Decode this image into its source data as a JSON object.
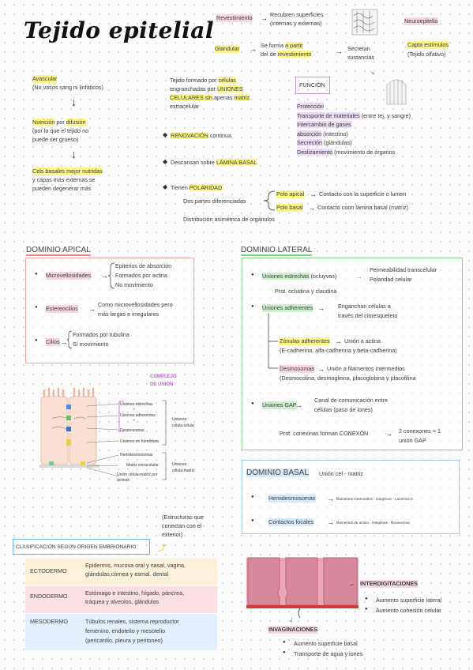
{
  "title": "Tejido epitelial",
  "top": {
    "revestimiento": "Revestimiento",
    "recubren_1": "Recubren superficies",
    "recubren_2": "(internas y externas)",
    "glandular": "Glandular",
    "se_forma_1a": "Se forma",
    "se_forma_1b": "a partir",
    "se_forma_2a": "del de",
    "se_forma_2b": "revestimiento",
    "secretan_1": "Secretan",
    "secretan_2": "sustancias",
    "neuroepitelio": "Neuroepitelio",
    "capta": "Capta estímulos",
    "olfativo": "(Tejido olfativo)"
  },
  "left_col": {
    "avascular": "Avascular",
    "no_vasos": "(No vasos sang ni linfáticos)",
    "nutricion_a": "Nutrición",
    "nutricion_b": "por",
    "nutricion_c": "difusión",
    "por_lo_1": "(por lo que el tejido no",
    "por_lo_2": "puede ser grueso)",
    "celulas_basales": "Cels basales mejor nutridas",
    "capas_1": "y capas más externas se",
    "capas_2": "pueden degenerar más"
  },
  "mid_col": {
    "tejido_1a": "Tejido formado por",
    "tejido_1b": "células",
    "tejido_2a": "engranchadas por",
    "tejido_2b": "UNIONES",
    "tejido_3a": "CELULARES sin",
    "tejido_3b": "apenas",
    "tejido_3c": "matriz",
    "tejido_4": "extracelular",
    "renovacion": "RENOVACIÓN",
    "continua": "continua",
    "descansan": "Descansan sobre",
    "lamina": "LÁMINA BASAL",
    "tienen": "Tienen",
    "polaridad": "POLARIDAD",
    "dos_partes": "Dos partes diferenciadas",
    "polo_apical": "Polo apical",
    "contacto_lumen": "Contacto con la superficie o lumen",
    "polo_basal": "Polo basal",
    "contacto_lamina": "Contacto coon lámina basal (matriz)",
    "distribucion": "Distribución asimétrica de orgánulos"
  },
  "funcion": {
    "heading": "FUNCIÓN",
    "items": [
      {
        "key": "Protección",
        "rest": ""
      },
      {
        "key": "Transporte de materiales",
        "rest": " (entre tej. y sangre)"
      },
      {
        "key": "Intercambio de gases",
        "rest": ""
      },
      {
        "key": "absorción",
        "rest": " (intestino)"
      },
      {
        "key": "Secreción",
        "rest": " (glándulas)"
      },
      {
        "key": "Deslizamiento",
        "rest": " (movimiento de órganos"
      }
    ]
  },
  "apical": {
    "heading": "DOMINIO APICAL",
    "microvellosidades": "Microvellosidades",
    "micro_items": [
      "Epiterios de absorción",
      "Formados por actina",
      "No movimiento"
    ],
    "estereocilios": "Estereocilios",
    "estereo_1": "Como microvellosidades pero",
    "estereo_2": "más largas e irregulares",
    "cilios": "Cilios",
    "cilios_items": [
      "Formados por tubulina",
      "Sí movimiento"
    ]
  },
  "lateral": {
    "heading": "DOMINIO LATERAL",
    "estrechas": "Uniones estrechas",
    "ocluyvas": "(ocluyvas)",
    "permeabilidad": "Permeabilidad transcelular",
    "polaridad_celular": "Polaridad celular",
    "prot_ocludina": "Prot. ocludina y claudina",
    "adherentes": "Uniones adherentes",
    "enganchan_1": "Enganchan células a",
    "enganchan_2": "través del citoesqueleto",
    "zonulas": "Zónulas adherentes",
    "union_actina": "Unión a actina",
    "cadherina": "(E-cadherina, alfa-cadherina y beta-cadherina)",
    "desmosomas": "Desmosomas",
    "union_filamentos": "Unión a filamentos intermedios",
    "desmocolina": "(Desmocolina, desmogleina, placoglobina y placofilina",
    "gap": "Uniones GAP",
    "canal_1": "Canal de comunicación entre",
    "canal_2": "células (paso de iones)",
    "conexinas": "Prot. conexinas forman CONEXÓN",
    "conexones_1": "2 conexones = 1",
    "conexones_2": "unión GAP"
  },
  "basal": {
    "heading": "DOMINIO BASAL",
    "union": "Unión cel - matriz",
    "hemidesmosomas": "Hemidesmosomas",
    "hemi_desc": "filamentos intermedios - integrinas - Laminina 5",
    "contactos": "Contactos focales",
    "contactos_desc": "filamentos de actina - integrinas - fibronectina"
  },
  "diagram": {
    "complejo_1": "COMPLEJO",
    "complejo_2": "DE UNIÓN",
    "labels": [
      "Uniones estrechas",
      "+",
      "Uniones adherentes",
      "+",
      "Desmosomas",
      "Uniones en hendidura",
      "Hemidesmosomas",
      "Matriz extracelular",
      "Unión célula-matriz por actinas"
    ],
    "uniones_cc_1": "Uniones",
    "uniones_cc_2": "célula-célula",
    "uniones_cm_1": "Uniones",
    "uniones_cm_2": "célula-matriz"
  },
  "estructuras": {
    "l1": "(Estructuras que",
    "l2": "conectan con el",
    "l3": "exterior)"
  },
  "clasificacion": {
    "heading": "CLASIFICACIÓN SEGÚN ORIGEN EMBRIONARIO",
    "rows": [
      {
        "name": "ECTODERMO",
        "l1": "Epidermis, mucosa oral y nasal, vagina,",
        "l2": "glándulas,córnea y esmal. dental",
        "l3": ""
      },
      {
        "name": "ENDODERMO",
        "l1": "Estómago e intestino, hígado, páncrea,",
        "l2": "tráquea y alveolos, glándulas",
        "l3": ""
      },
      {
        "name": "MESODERMO",
        "l1": "Túbulos renales, sistema reproductor",
        "l2": "femenino, endotelio y mesotelio",
        "l3": "(pericardio, pleura y peritoneo)"
      }
    ]
  },
  "interdig": {
    "heading": "INTERDIGITACIONES",
    "items": [
      "Aumento superficie lateral",
      "Aumento cohesión celular"
    ]
  },
  "invag": {
    "heading": "INVAGINACIONES",
    "items": [
      "Aumento superficie basal",
      "Transporte de agua y iones"
    ]
  },
  "colors": {
    "yellow_highlight": "#fbf58a",
    "pink_highlight": "#f7d6e3",
    "purple_highlight": "#ebdaf5",
    "green_highlight": "#cdeecd",
    "blue_highlight": "#d6e9fb",
    "apical_border": "#f2a3a3",
    "lateral_border": "#8fd68f",
    "basal_border": "#9ec9ee",
    "clasificacion_border": "#6aaee8"
  }
}
